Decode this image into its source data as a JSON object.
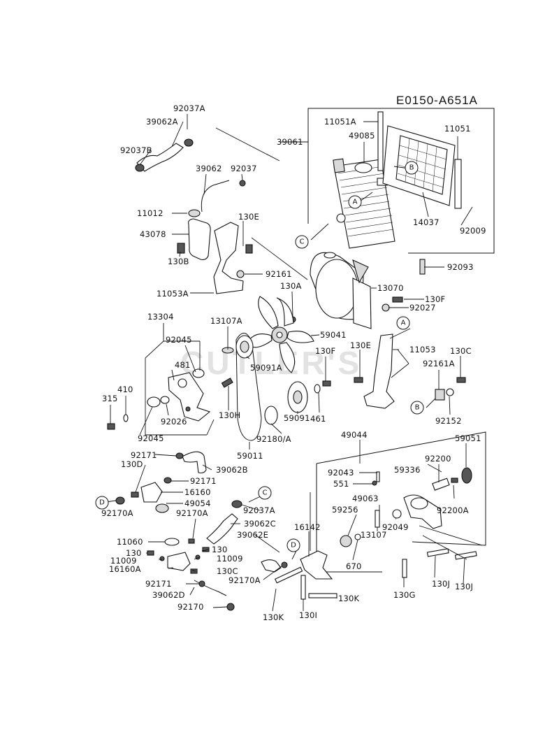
{
  "diagram_code": "E0150-A651A",
  "watermark": "CUTLER'S",
  "callouts": {
    "a": "A",
    "b": "B",
    "c": "C",
    "d": "D"
  },
  "parts": {
    "p92037A_top": "92037A",
    "p39062A": "39062A",
    "p92037B": "92037B",
    "p39062": "39062",
    "p92037": "92037",
    "p11012": "11012",
    "p43078": "43078",
    "p130E_top": "130E",
    "p130B": "130B",
    "p92161": "92161",
    "p11053A": "11053A",
    "p39061": "39061",
    "p11051A": "11051A",
    "p49085": "49085",
    "p11051": "11051",
    "p14037": "14037",
    "p92009": "92009",
    "p92093": "92093",
    "p130A": "130A",
    "p13070": "13070",
    "p130F_top": "130F",
    "p92027": "92027",
    "p13304": "13304",
    "p13107A": "13107A",
    "p59041": "59041",
    "p92045_top": "92045",
    "p59091A": "59091A",
    "p481": "481",
    "p130F_mid": "130F",
    "p130E_mid": "130E",
    "p11053": "11053",
    "p130C_right": "130C",
    "p92161A": "92161A",
    "p410": "410",
    "p315": "315",
    "p92026": "92026",
    "p130H": "130H",
    "p59091": "59091",
    "p461": "461",
    "p92152": "92152",
    "p92045_bot": "92045",
    "p92180A": "92180/A",
    "p59011": "59011",
    "p49044": "49044",
    "p59051": "59051",
    "p92171_a": "92171",
    "p130D": "130D",
    "p39062B": "39062B",
    "p92043": "92043",
    "p59336": "59336",
    "p92200": "92200",
    "p92171_b": "92171",
    "p551": "551",
    "p16160": "16160",
    "p49054": "49054",
    "p49063": "49063",
    "p92200A": "92200A",
    "p92037A_mid": "92037A",
    "p92170A_left": "92170A",
    "p92170A_mid": "92170A",
    "p39062C": "39062C",
    "p59256": "59256",
    "p16142": "16142",
    "p92049": "92049",
    "p11060": "11060",
    "p130_a": "130",
    "p130_b": "130",
    "p39062E": "39062E",
    "p13107": "13107",
    "p11009_a": "11009",
    "p11009_b": "11009",
    "p16160A": "16160A",
    "p130C_low": "130C",
    "p670": "670",
    "p130J_a": "130J",
    "p130J_b": "130J",
    "p92170A_low": "92170A",
    "p92171_c": "92171",
    "p130G": "130G",
    "p39062D": "39062D",
    "p130K_a": "130K",
    "p130I": "130I",
    "p130K_b": "130K",
    "p92170": "92170"
  }
}
